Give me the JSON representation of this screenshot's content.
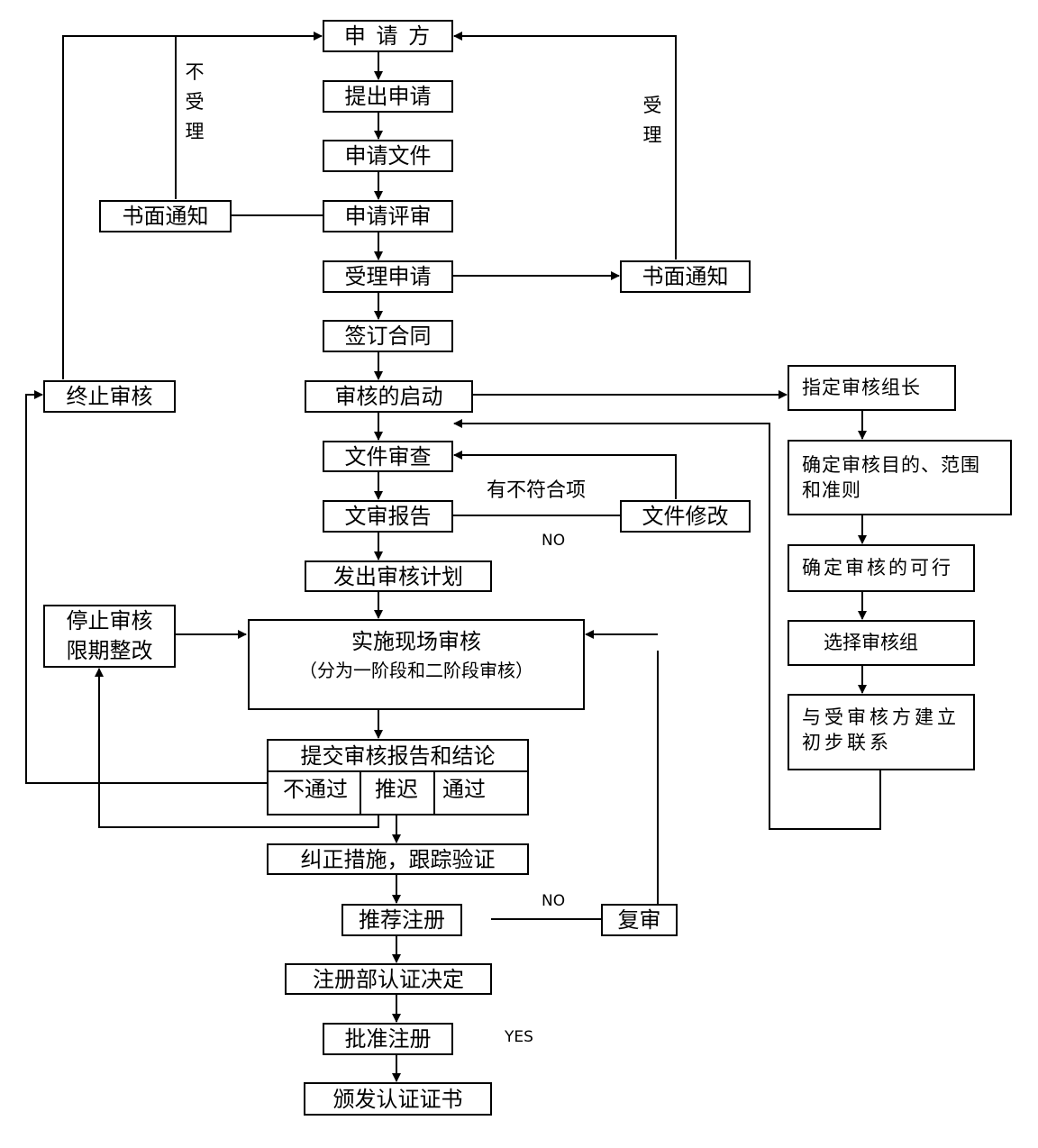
{
  "nodes": {
    "applicant": "申 请 方",
    "submit_application": "提出申请",
    "application_docs": "申请文件",
    "application_review": "申请评审",
    "notice_left": "书面通知",
    "accept_application": "受理申请",
    "notice_right": "书面通知",
    "sign_contract": "签订合同",
    "audit_start": "审核的启动",
    "terminate_audit": "终止审核",
    "doc_review": "文件审查",
    "doc_report": "文审报告",
    "doc_revision": "文件修改",
    "issue_plan": "发出审核计划",
    "stop_audit_line1": "停止审核",
    "stop_audit_line2": "限期整改",
    "onsite_audit": "实施现场审核",
    "onsite_audit_sub": "（分为一阶段和二阶段审核）",
    "submit_report": "提交审核报告和结论",
    "fail": "不通过",
    "postpone": "推迟",
    "pass": "通过",
    "corrective": "纠正措施，跟踪验证",
    "recommend": "推荐注册",
    "re_review": "复审",
    "registration_decision": "注册部认证决定",
    "approve": "批准注册",
    "issue_certificate": "颁发认证证书",
    "assign_leader": "指定审核组长",
    "define_scope": "确定审核目的、范围和准则",
    "feasibility": "确定审核的可行",
    "select_team": "选择审核组",
    "contact": "与受审核方建立初步联系"
  },
  "labels": {
    "not_accepted": [
      "不",
      "受",
      "理"
    ],
    "accepted": [
      "受",
      "理"
    ],
    "nonconformity": "有不符合项",
    "no_1": "NO",
    "no_2": "NO",
    "yes": "YES"
  }
}
